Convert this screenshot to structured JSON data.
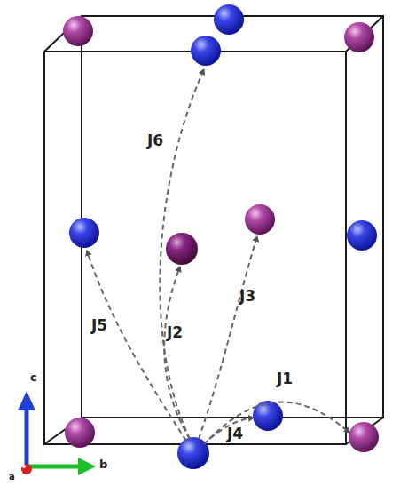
{
  "diagram": {
    "labels": [
      "J6",
      "J5",
      "J2",
      "J3",
      "J1",
      "J4",
      "c",
      "b",
      "a"
    ]
  }
}
